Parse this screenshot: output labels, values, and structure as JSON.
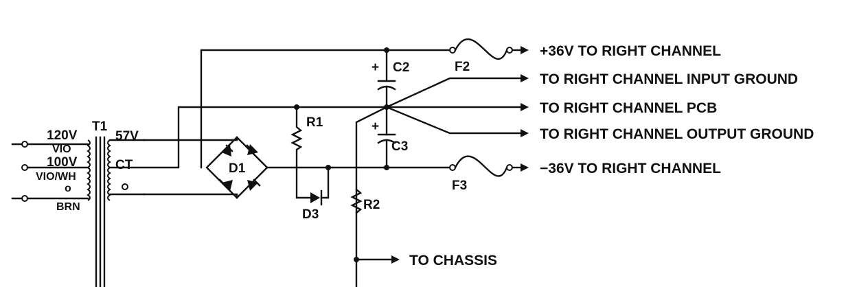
{
  "transformer": {
    "ref": "T1",
    "primary_taps": [
      "120V",
      "VIO",
      "100V",
      "VIO/WH",
      "BRN"
    ],
    "tap_mark": "o",
    "secondary_voltage": "57V",
    "center_tap": "CT",
    "secondary_mark": "o"
  },
  "components": {
    "bridge": "D1",
    "r1": "R1",
    "r2": "R2",
    "diode3": "D3",
    "cap_top": "C2",
    "cap_bottom": "C3",
    "plus_sign": "+",
    "fuse_top": "F2",
    "fuse_bottom": "F3"
  },
  "outputs": {
    "pos_rail": "+36V TO RIGHT CHANNEL",
    "input_ground": "TO RIGHT CHANNEL INPUT GROUND",
    "pcb": "TO RIGHT CHANNEL PCB",
    "output_ground": "TO RIGHT CHANNEL OUTPUT GROUND",
    "neg_rail": "−36V TO RIGHT CHANNEL",
    "chassis": "TO CHASSIS"
  }
}
